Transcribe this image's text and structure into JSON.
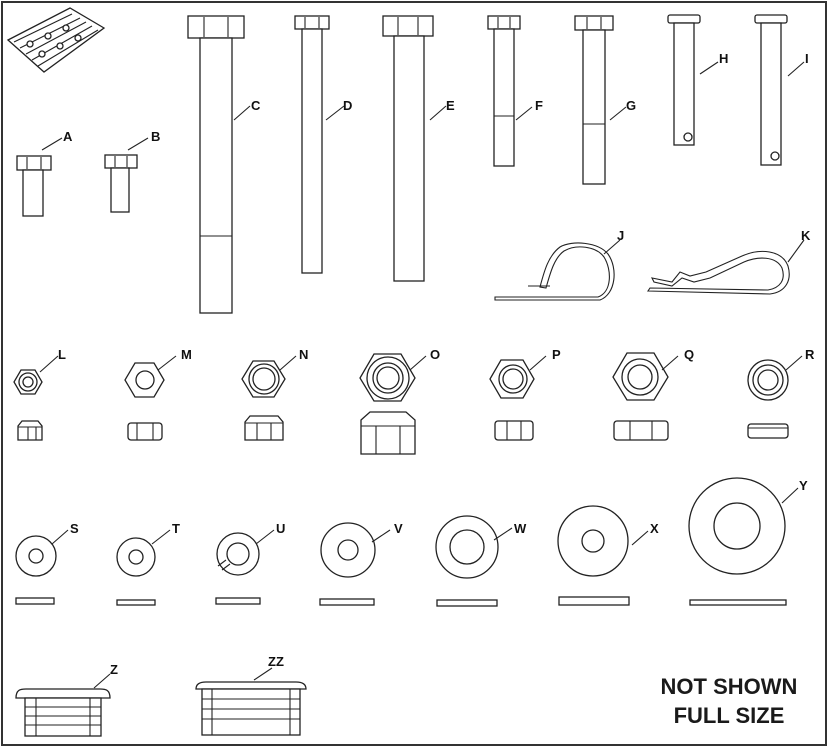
{
  "labels": {
    "A": "A",
    "B": "B",
    "C": "C",
    "D": "D",
    "E": "E",
    "F": "F",
    "G": "G",
    "H": "H",
    "I": "I",
    "J": "J",
    "K": "K",
    "L": "L",
    "M": "M",
    "N": "N",
    "O": "O",
    "P": "P",
    "Q": "Q",
    "R": "R",
    "S": "S",
    "T": "T",
    "U": "U",
    "V": "V",
    "W": "W",
    "X": "X",
    "Y": "Y",
    "Z": "Z",
    "ZZ": "ZZ"
  },
  "note": {
    "line1": "NOT SHOWN",
    "line2": "FULL SIZE"
  },
  "colors": {
    "line": "#222222",
    "frame": "#333333",
    "fill": "#ffffff"
  }
}
